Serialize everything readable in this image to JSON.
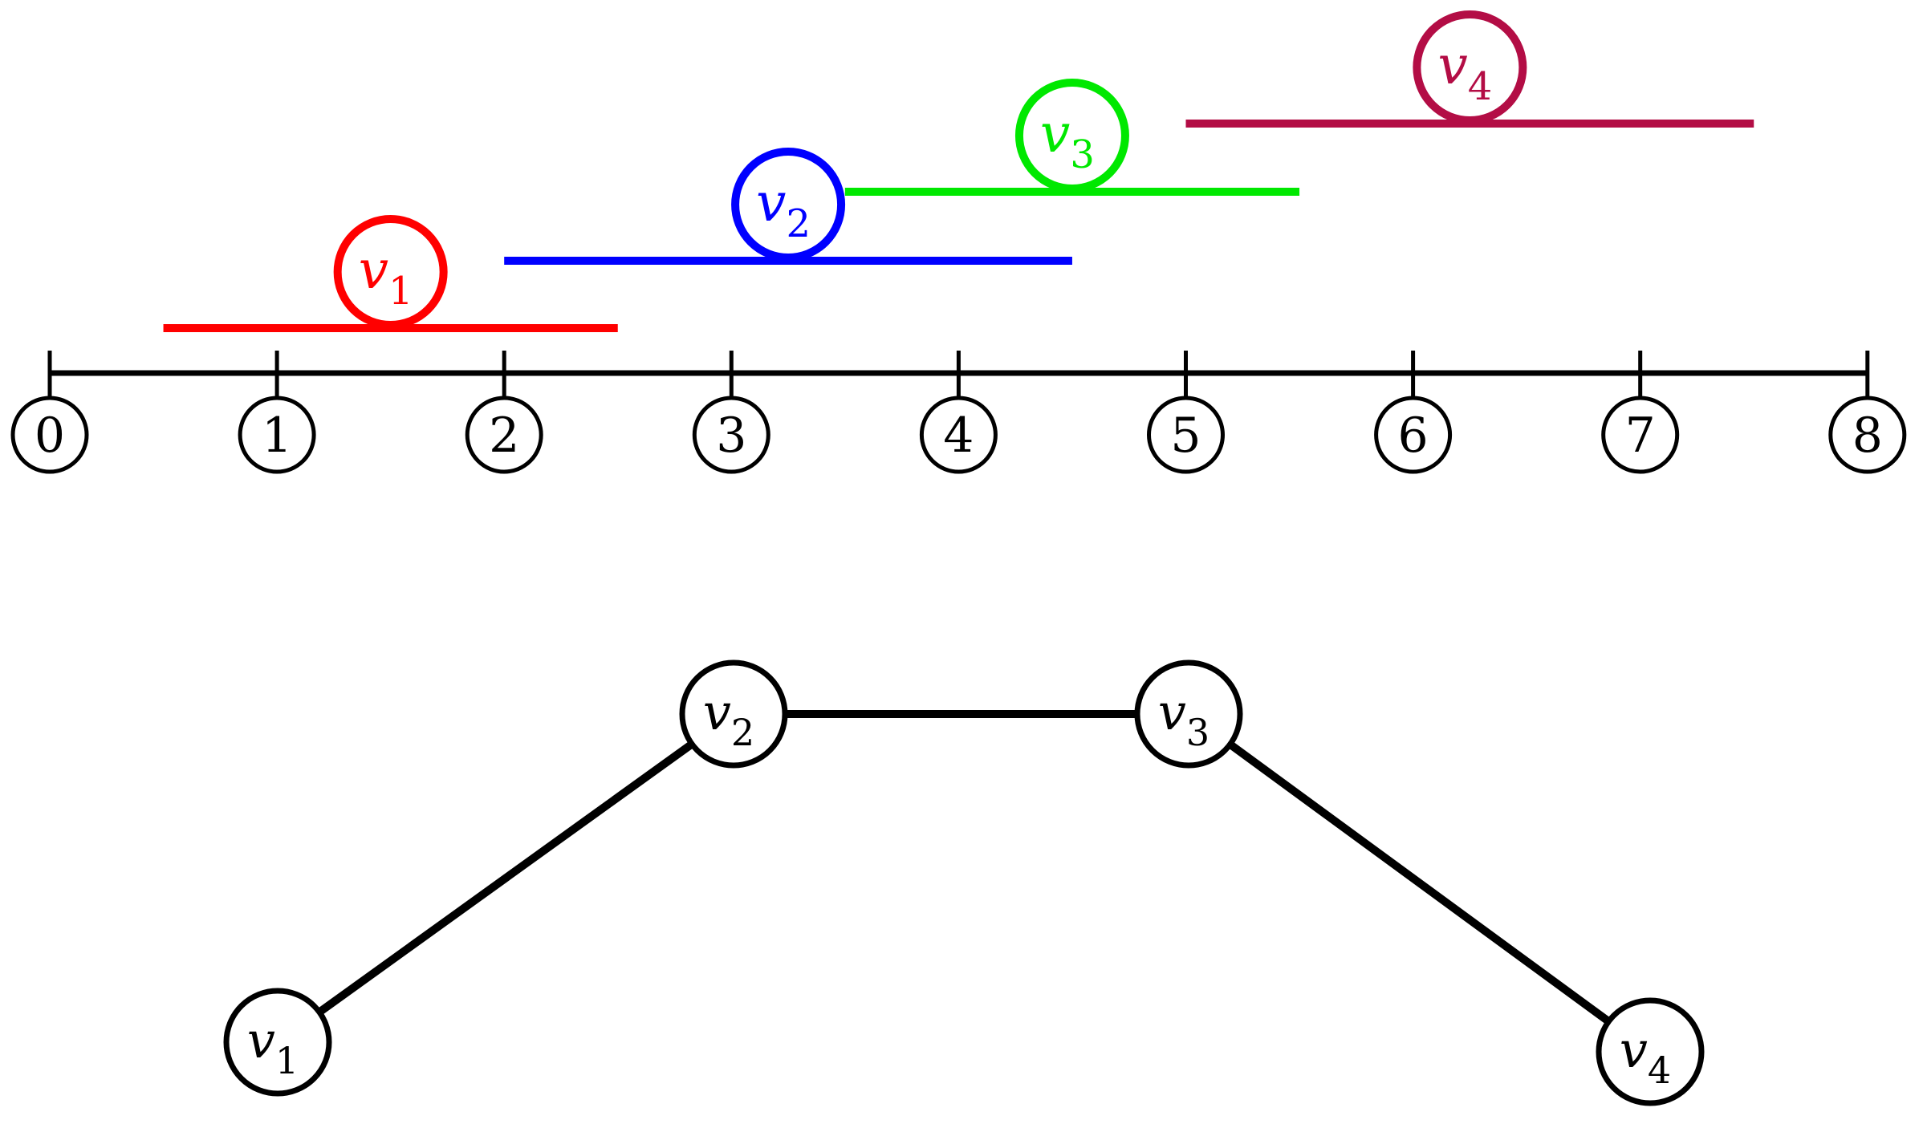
{
  "colors": {
    "axis": "#000000",
    "v1": "#ff0000",
    "v2": "#0000ff",
    "v3": "#00e800",
    "v4": "#b30d45"
  },
  "number_line": {
    "min": 0,
    "max": 8,
    "tick_labels": [
      "0",
      "1",
      "2",
      "3",
      "4",
      "5",
      "6",
      "7",
      "8"
    ]
  },
  "intervals": [
    {
      "id": "v1",
      "label_base": "v",
      "label_sub": "1",
      "start": 0.5,
      "end": 2.5,
      "color": "#ff0000"
    },
    {
      "id": "v2",
      "label_base": "v",
      "label_sub": "2",
      "start": 2.0,
      "end": 4.5,
      "color": "#0000ff"
    },
    {
      "id": "v3",
      "label_base": "v",
      "label_sub": "3",
      "start": 3.5,
      "end": 5.5,
      "color": "#00e800"
    },
    {
      "id": "v4",
      "label_base": "v",
      "label_sub": "4",
      "start": 5.0,
      "end": 7.5,
      "color": "#b30d45"
    }
  ],
  "graph": {
    "nodes": [
      {
        "id": "v1",
        "label_base": "v",
        "label_sub": "1"
      },
      {
        "id": "v2",
        "label_base": "v",
        "label_sub": "2"
      },
      {
        "id": "v3",
        "label_base": "v",
        "label_sub": "3"
      },
      {
        "id": "v4",
        "label_base": "v",
        "label_sub": "4"
      }
    ],
    "edges": [
      [
        "v1",
        "v2"
      ],
      [
        "v2",
        "v3"
      ],
      [
        "v3",
        "v4"
      ]
    ]
  }
}
